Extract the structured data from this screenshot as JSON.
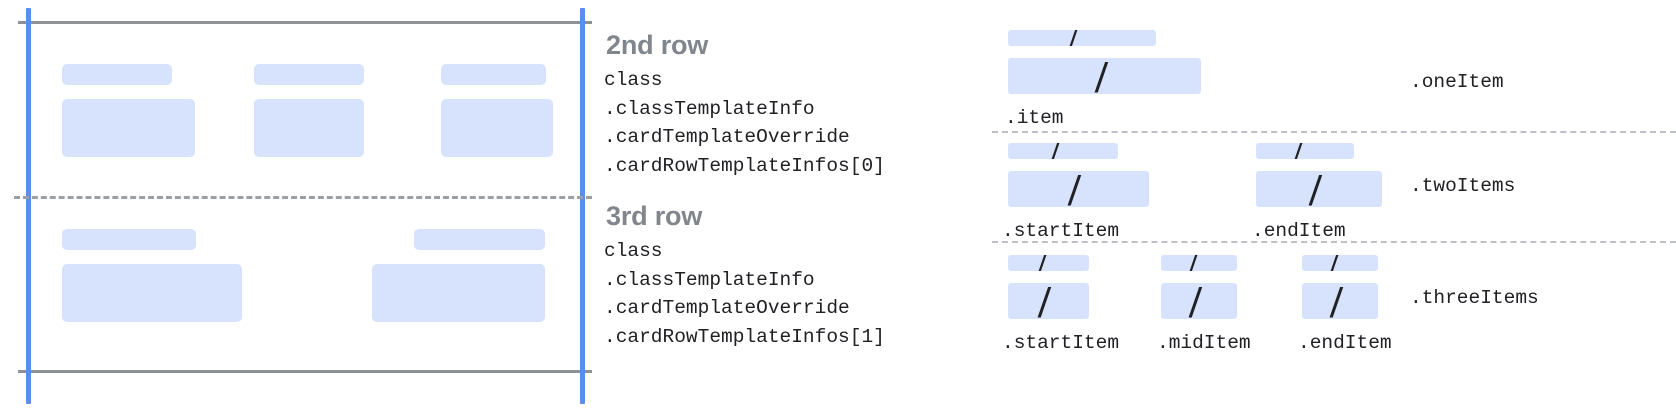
{
  "colors": {
    "placeholder_fill": "#d7e3fc",
    "guide_blue": "#5b8cf0",
    "rule_gray": "#8e9195",
    "dash_gray": "#9aa0a6",
    "heading_gray": "#80868b",
    "code_text": "#202124"
  },
  "left_panel": {
    "name": "card-rows-preview",
    "rows": [
      {
        "name": "second-row-preview",
        "slots": [
          {
            "cap_width": 110,
            "body_width": 133
          },
          {
            "cap_width": 110,
            "body_width": 110
          },
          {
            "cap_width": 105,
            "body_width": 112
          }
        ]
      },
      {
        "name": "third-row-preview",
        "slots": [
          {
            "cap_width": 134,
            "body_width": 180
          },
          {
            "cap_width": 131,
            "body_width": 168
          }
        ]
      }
    ]
  },
  "annotations": [
    {
      "title": "2nd row",
      "code": [
        "class",
        ".classTemplateInfo",
        ".cardTemplateOverride",
        ".cardRowTemplateInfos[0]"
      ]
    },
    {
      "title": "3rd row",
      "code": [
        "class",
        ".classTemplateInfo",
        ".cardTemplateOverride",
        ".cardRowTemplateInfos[1]"
      ]
    }
  ],
  "variants": [
    {
      "label": ".oneItem",
      "glyph": "/",
      "slots": [
        {
          "label": ".item"
        }
      ]
    },
    {
      "label": ".twoItems",
      "glyph": "/",
      "slots": [
        {
          "label": ".startItem"
        },
        {
          "label": ".endItem"
        }
      ]
    },
    {
      "label": ".threeItems",
      "glyph": "/",
      "slots": [
        {
          "label": ".startItem"
        },
        {
          "label": ".midItem"
        },
        {
          "label": ".endItem"
        }
      ]
    }
  ]
}
